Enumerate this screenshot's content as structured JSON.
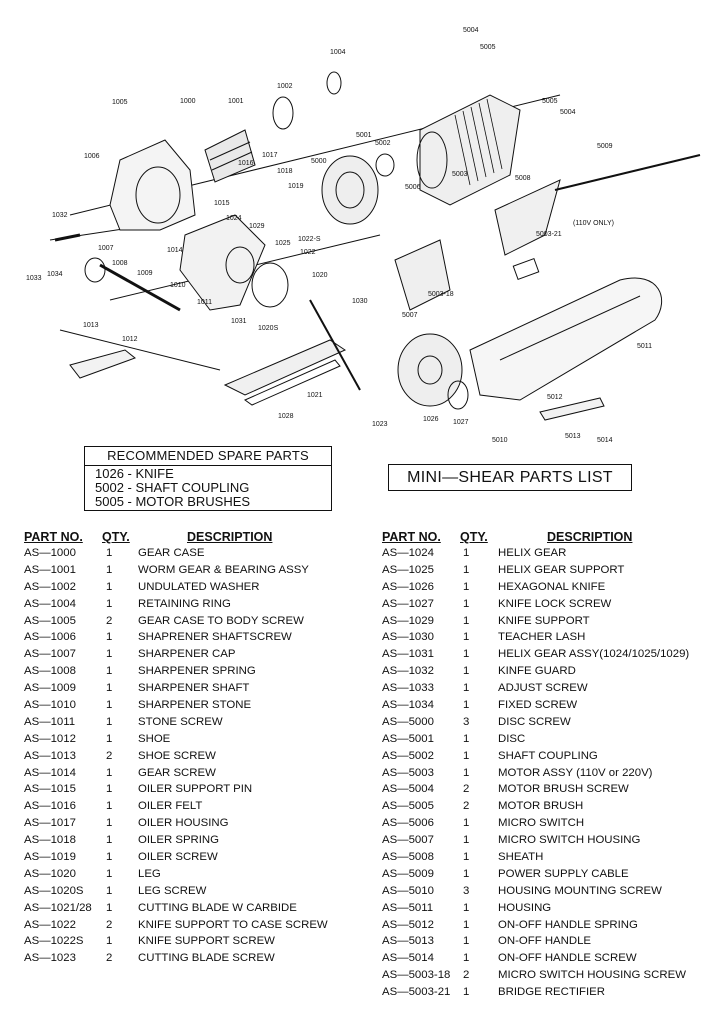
{
  "document_title": "MINI—SHEAR PARTS LIST",
  "spare_parts": {
    "title": "RECOMMENDED SPARE PARTS",
    "items": [
      "1026 - KNIFE",
      "5002 - SHAFT COUPLING",
      "5005 - MOTOR BRUSHES"
    ]
  },
  "table_headers": {
    "part_no": "PART NO.",
    "qty": "QTY.",
    "description": "DESCRIPTION"
  },
  "left_parts": [
    {
      "part": "AS—1000",
      "qty": "1",
      "desc": "GEAR CASE"
    },
    {
      "part": "AS—1001",
      "qty": "1",
      "desc": "WORM GEAR & BEARING ASSY"
    },
    {
      "part": "AS—1002",
      "qty": "1",
      "desc": "UNDULATED WASHER"
    },
    {
      "part": "AS—1004",
      "qty": "1",
      "desc": "RETAINING RING"
    },
    {
      "part": "AS—1005",
      "qty": "2",
      "desc": "GEAR CASE TO BODY SCREW"
    },
    {
      "part": "AS—1006",
      "qty": "1",
      "desc": "SHAPRENER SHAFTSCREW"
    },
    {
      "part": "AS—1007",
      "qty": "1",
      "desc": "SHARPENER CAP"
    },
    {
      "part": "AS—1008",
      "qty": "1",
      "desc": "SHARPENER SPRING"
    },
    {
      "part": "AS—1009",
      "qty": "1",
      "desc": "SHARPENER SHAFT"
    },
    {
      "part": "AS—1010",
      "qty": "1",
      "desc": "SHARPENER STONE"
    },
    {
      "part": "AS—1011",
      "qty": "1",
      "desc": "STONE SCREW"
    },
    {
      "part": "AS—1012",
      "qty": "1",
      "desc": "SHOE"
    },
    {
      "part": "AS—1013",
      "qty": "2",
      "desc": "SHOE SCREW"
    },
    {
      "part": "AS—1014",
      "qty": "1",
      "desc": "GEAR SCREW"
    },
    {
      "part": "AS—1015",
      "qty": "1",
      "desc": "OILER SUPPORT PIN"
    },
    {
      "part": "AS—1016",
      "qty": "1",
      "desc": "OILER FELT"
    },
    {
      "part": "AS—1017",
      "qty": "1",
      "desc": "OILER HOUSING"
    },
    {
      "part": "AS—1018",
      "qty": "1",
      "desc": "OILER SPRING"
    },
    {
      "part": "AS—1019",
      "qty": "1",
      "desc": "OILER SCREW"
    },
    {
      "part": "AS—1020",
      "qty": "1",
      "desc": "LEG"
    },
    {
      "part": "AS—1020S",
      "qty": "1",
      "desc": "LEG SCREW"
    },
    {
      "part": "AS—1021/28",
      "qty": "1",
      "desc": "CUTTING BLADE W CARBIDE"
    },
    {
      "part": "AS—1022",
      "qty": "2",
      "desc": "KNIFE SUPPORT TO CASE SCREW"
    },
    {
      "part": "AS—1022S",
      "qty": "1",
      "desc": "KNIFE SUPPORT SCREW"
    },
    {
      "part": "AS—1023",
      "qty": "2",
      "desc": "CUTTING BLADE SCREW"
    }
  ],
  "right_parts": [
    {
      "part": "AS—1024",
      "qty": "1",
      "desc": "HELIX GEAR"
    },
    {
      "part": "AS—1025",
      "qty": "1",
      "desc": "HELIX GEAR SUPPORT"
    },
    {
      "part": "AS—1026",
      "qty": "1",
      "desc": "HEXAGONAL KNIFE"
    },
    {
      "part": "AS—1027",
      "qty": "1",
      "desc": "KNIFE LOCK SCREW"
    },
    {
      "part": "AS—1029",
      "qty": "1",
      "desc": "KNIFE SUPPORT"
    },
    {
      "part": "AS—1030",
      "qty": "1",
      "desc": "TEACHER LASH"
    },
    {
      "part": "AS—1031",
      "qty": "1",
      "desc": "HELIX GEAR ASSY(1024/1025/1029)"
    },
    {
      "part": "AS—1032",
      "qty": "1",
      "desc": "KINFE GUARD"
    },
    {
      "part": "AS—1033",
      "qty": "1",
      "desc": "ADJUST SCREW"
    },
    {
      "part": "AS—1034",
      "qty": "1",
      "desc": "FIXED SCREW"
    },
    {
      "part": "AS—5000",
      "qty": "3",
      "desc": "DISC SCREW"
    },
    {
      "part": "AS—5001",
      "qty": "1",
      "desc": "DISC"
    },
    {
      "part": "AS—5002",
      "qty": "1",
      "desc": "SHAFT COUPLING"
    },
    {
      "part": "AS—5003",
      "qty": "1",
      "desc": "MOTOR ASSY (110V or 220V)"
    },
    {
      "part": "AS—5004",
      "qty": "2",
      "desc": "MOTOR BRUSH SCREW"
    },
    {
      "part": "AS—5005",
      "qty": "2",
      "desc": "MOTOR BRUSH"
    },
    {
      "part": "AS—5006",
      "qty": "1",
      "desc": "MICRO SWITCH"
    },
    {
      "part": "AS—5007",
      "qty": "1",
      "desc": "MICRO SWITCH HOUSING"
    },
    {
      "part": "AS—5008",
      "qty": "1",
      "desc": "SHEATH"
    },
    {
      "part": "AS—5009",
      "qty": "1",
      "desc": "POWER SUPPLY CABLE"
    },
    {
      "part": "AS—5010",
      "qty": "3",
      "desc": "HOUSING MOUNTING SCREW"
    },
    {
      "part": "AS—5011",
      "qty": "1",
      "desc": "HOUSING"
    },
    {
      "part": "AS—5012",
      "qty": "1",
      "desc": "ON-OFF HANDLE SPRING"
    },
    {
      "part": "AS—5013",
      "qty": "1",
      "desc": "ON-OFF HANDLE"
    },
    {
      "part": "AS—5014",
      "qty": "1",
      "desc": "ON-OFF HANDLE SCREW"
    },
    {
      "part": "AS—5003-18",
      "qty": "2",
      "desc": "MICRO SWITCH HOUSING SCREW"
    },
    {
      "part": "AS—5003-21",
      "qty": "1",
      "desc": "BRIDGE RECTIFIER"
    }
  ],
  "diagram_labels": {
    "l1000": "1000",
    "l1001": "1001",
    "l1002": "1002",
    "l1004": "1004",
    "l1005": "1005",
    "l1006": "1006",
    "l1007": "1007",
    "l1008": "1008",
    "l1009": "1009",
    "l1010": "1010",
    "l1011": "1011",
    "l1012": "1012",
    "l1013": "1013",
    "l1014": "1014",
    "l1015": "1015",
    "l1016": "1016",
    "l1017": "1017",
    "l1018": "1018",
    "l1019": "1019",
    "l1020": "1020",
    "l1020s": "1020S",
    "l1021": "1021",
    "l1022": "1022",
    "l1022s": "1022-S",
    "l1023": "1023",
    "l1024": "1024",
    "l1025": "1025",
    "l1026": "1026",
    "l1027": "1027",
    "l1028": "1028",
    "l1029": "1029",
    "l1030": "1030",
    "l1031": "1031",
    "l1032": "1032",
    "l1033": "1033",
    "l1034": "1034",
    "l5000": "5000",
    "l5001": "5001",
    "l5002": "5002",
    "l5003": "5003",
    "l5004": "5004",
    "l5005": "5005",
    "l5006": "5006",
    "l5007": "5007",
    "l5008": "5008",
    "l5009": "5009",
    "l5010": "5010",
    "l5011": "5011",
    "l5012": "5012",
    "l5013": "5013",
    "l5014": "5014",
    "l5003_18": "5003-18",
    "l5003_21": "5003-21",
    "note110": "(110V ONLY)"
  }
}
